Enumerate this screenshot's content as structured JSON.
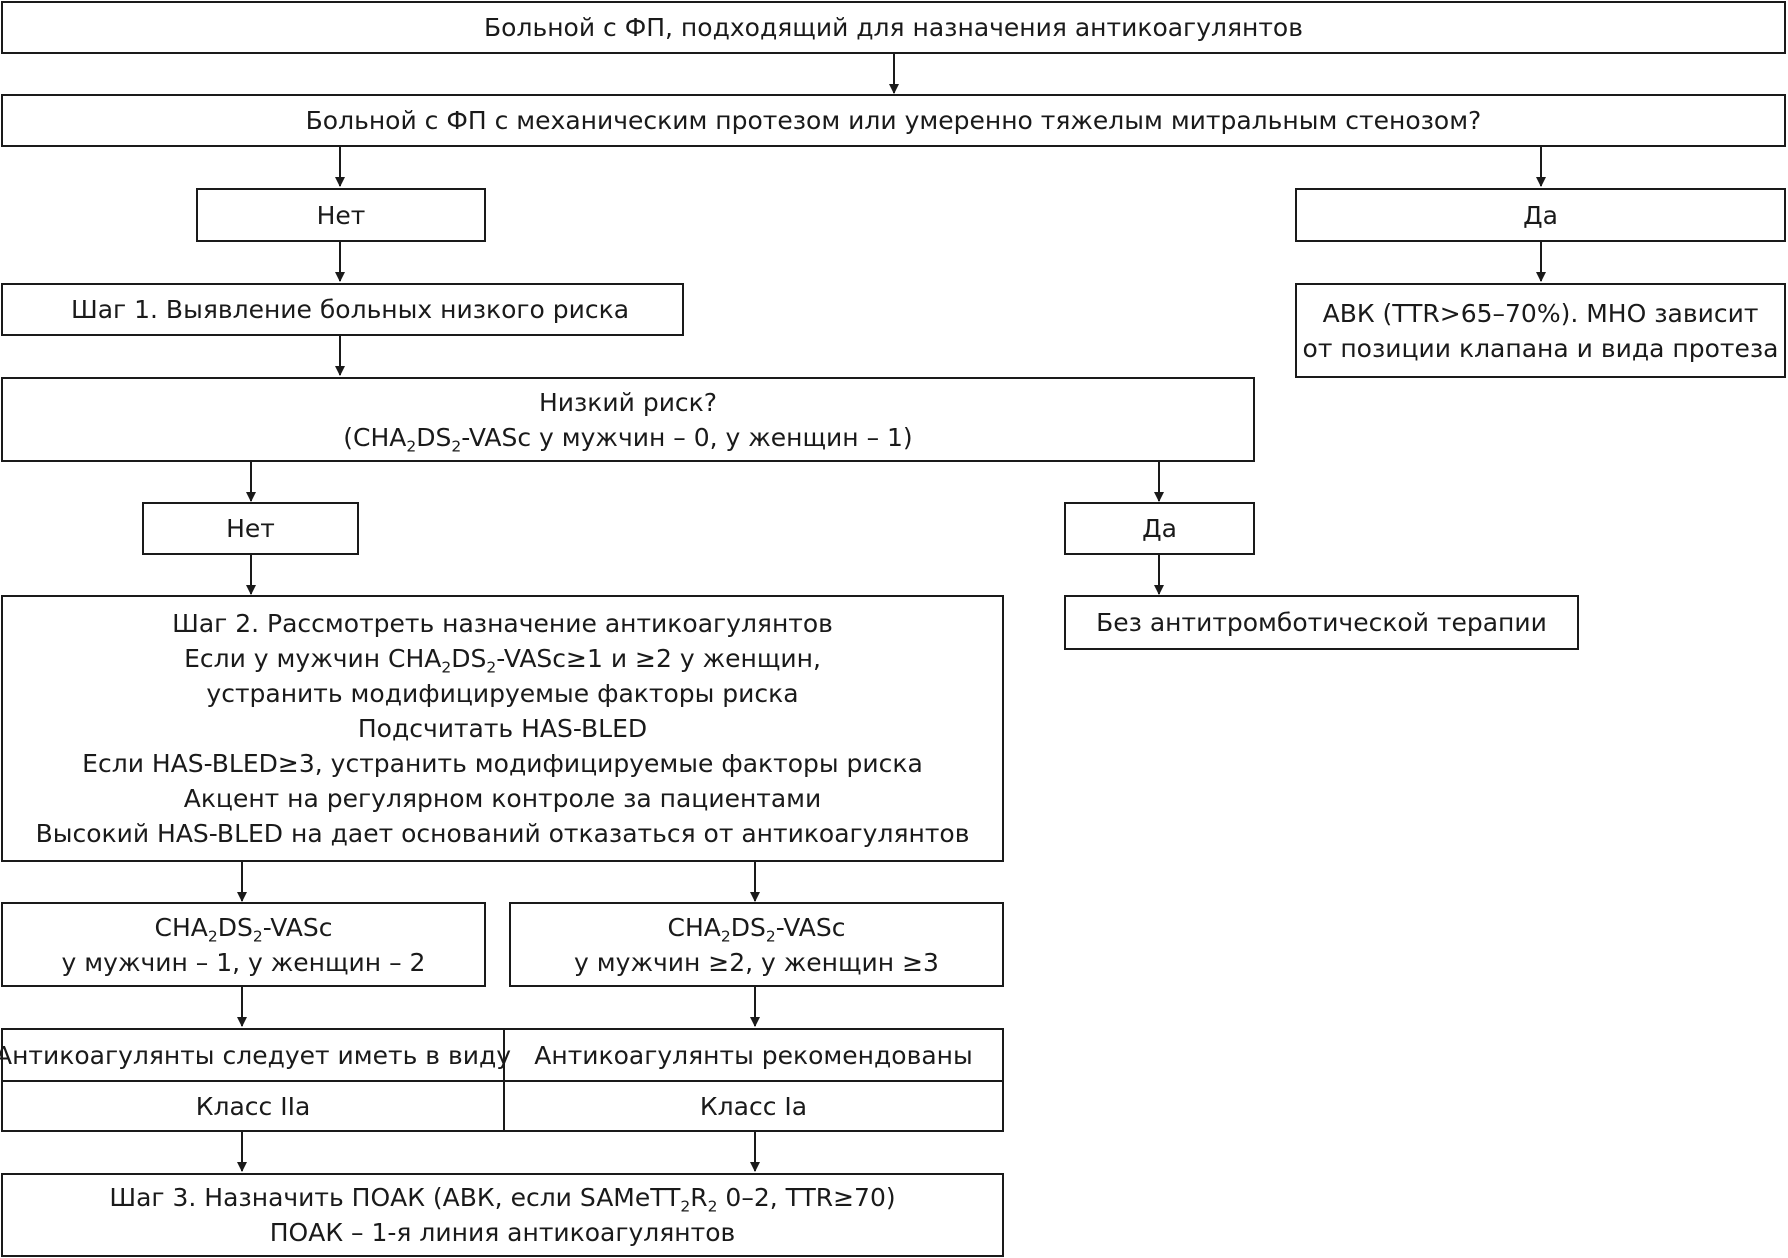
{
  "flowchart": {
    "start": "Больной с ФП, подходящий для назначения антикоагулянтов",
    "question1": "Больной с ФП с механическим протезом или умеренно тяжелым митральным стенозом?",
    "q1_no": "Нет",
    "q1_yes": "Да",
    "avk": {
      "line1": "АВК (TTR>65–70%). МНО зависит",
      "line2": "от позиции клапана и вида протеза"
    },
    "step1": "Шаг 1. Выявление больных низкого риска",
    "low_risk": {
      "title": "Низкий риск?",
      "criteria_open": "(CHA",
      "criteria_sub1": "2",
      "criteria_mid": "DS",
      "criteria_sub2": "2",
      "criteria_rest": "-VASc у мужчин – 0, у женщин – 1)"
    },
    "q2_no": "Нет",
    "q2_yes": "Да",
    "no_therapy": "Без антитромботической терапии",
    "step2": {
      "line1": "Шаг 2. Рассмотреть назначение антикоагулянтов",
      "line2_pre": "Если у мужчин CHA",
      "line2_sub1": "2",
      "line2_mid": "DS",
      "line2_sub2": "2",
      "line2_post": "-VASc≥1 и ≥2 у женщин,",
      "line3": "устранить модифицируемые факторы риска",
      "line4": "Подсчитать HAS-BLED",
      "line5": "Если HAS-BLED≥3, устранить модифицируемые факторы риска",
      "line6": "Акцент на регулярном контроле за пациентами",
      "line7": "Высокий HAS-BLED на дает оснований отказаться от антикоагулянтов"
    },
    "score_moderate": {
      "pre": "CHA",
      "sub1": "2",
      "mid": "DS",
      "sub2": "2",
      "post": "-VASc",
      "line2": "у мужчин – 1, у женщин – 2"
    },
    "score_high": {
      "pre": "CHA",
      "sub1": "2",
      "mid": "DS",
      "sub2": "2",
      "post": "-VASc",
      "line2": "у мужчин ≥2, у женщин ≥3"
    },
    "recommendation_left": "Антикоагулянты следует иметь в виду",
    "recommendation_right": "Антикоагулянты рекомендованы",
    "class_left": "Класс IIa",
    "class_right": "Класс Ia",
    "step3": {
      "line1_pre": "Шаг 3. Назначить ПОАК (АВК, если SAMeTT",
      "line1_sub1": "2",
      "line1_mid": "R",
      "line1_sub2": "2",
      "line1_post": " 0–2, TTR≥70)",
      "line2": "ПОАК – 1-я линия антикоагулянтов"
    }
  }
}
